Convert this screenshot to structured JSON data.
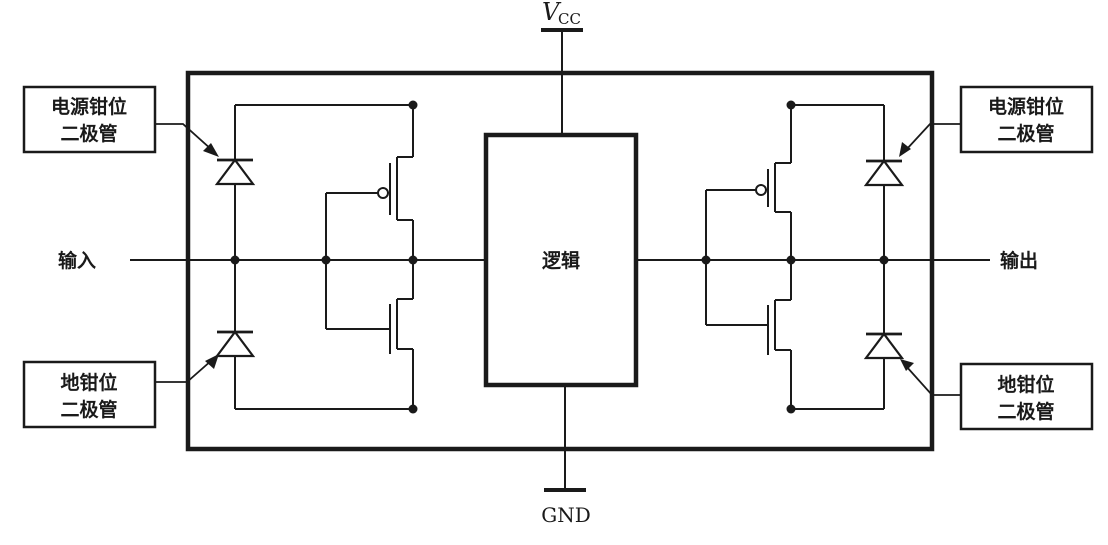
{
  "supply": {
    "label": "V",
    "subscript": "CC"
  },
  "ground": {
    "label": "GND"
  },
  "input": {
    "label": "输入"
  },
  "output": {
    "label": "输出"
  },
  "logic": {
    "label": "逻辑"
  },
  "callouts": {
    "input_power": {
      "line1": "电源钳位",
      "line2": "二极管"
    },
    "input_ground": {
      "line1": "地钳位",
      "line2": "二极管"
    },
    "output_power": {
      "line1": "电源钳位",
      "line2": "二极管"
    },
    "output_ground": {
      "line1": "地钳位",
      "line2": "二极管"
    }
  }
}
